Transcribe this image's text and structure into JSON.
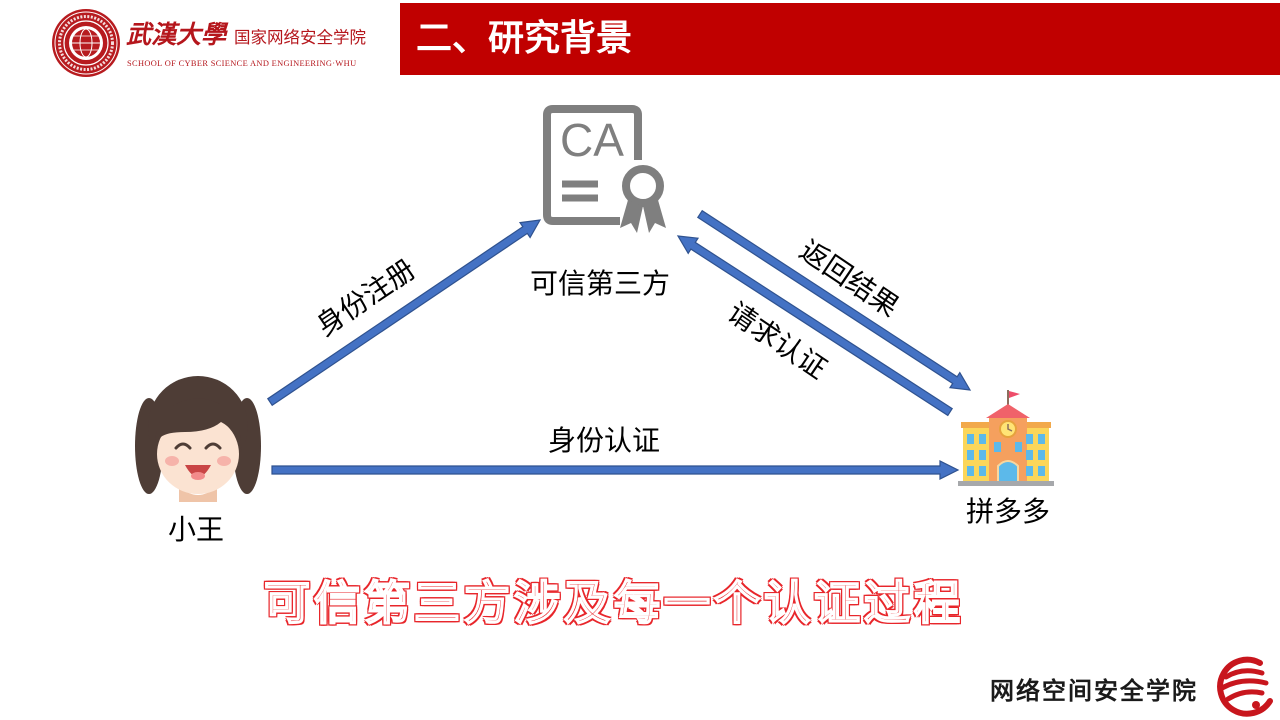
{
  "header": {
    "university_name": "武漢大學",
    "school_name_cn": "国家网络安全学院",
    "school_name_en": "SCHOOL OF CYBER SCIENCE AND ENGINEERING·WHU",
    "seal_icon": "university-seal-icon",
    "section_title": "二、研究背景"
  },
  "diagram": {
    "nodes": {
      "ca": {
        "icon": "certificate-icon",
        "icon_text": "CA",
        "label": "可信第三方"
      },
      "user": {
        "icon": "girl-avatar-icon",
        "label": "小王"
      },
      "service": {
        "icon": "school-building-icon",
        "label": "拼多多"
      }
    },
    "edges": {
      "register": "身份注册",
      "return_result": "返回结果",
      "request_auth": "请求认证",
      "authenticate": "身份认证"
    }
  },
  "highlight_text": "可信第三方涉及每一个认证过程",
  "footer": {
    "school_name": "网络空间安全学院",
    "logo_icon": "cyber-school-logo-icon"
  },
  "colors": {
    "header_bar": "#C00000",
    "brand_red": "#B5161C",
    "arrow_fill": "#4472C4",
    "arrow_outline": "#2F528F",
    "highlight_text": "#E8262B",
    "icon_gray": "#7F7F7F"
  }
}
